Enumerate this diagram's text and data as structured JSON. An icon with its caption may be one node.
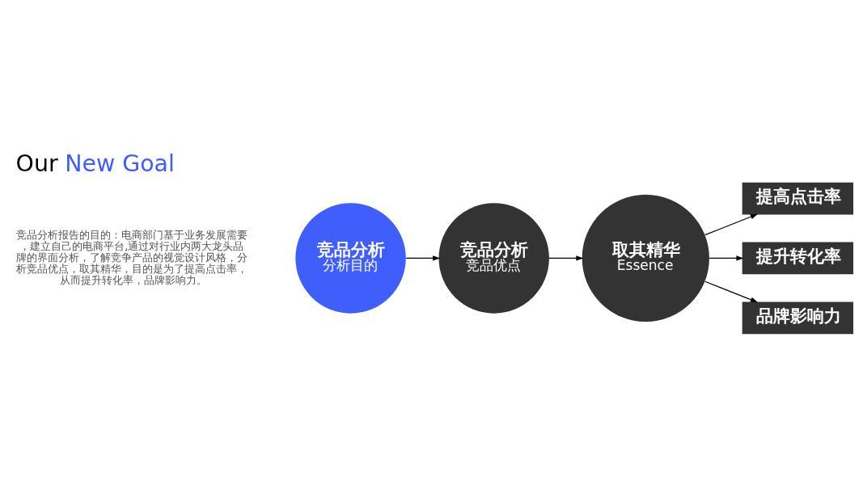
{
  "diagram": {
    "title": "Our New Goal",
    "nodes": [
      {
        "text": [
          "竞品分析",
          "分析目的"
        ]
      },
      {
        "text": [
          "竞品分析",
          "竞品优点"
        ]
      },
      {
        "text": [
          "取其精华",
          "Essence"
        ]
      },
      {
        "text": [
          "提高点击率"
        ]
      },
      {
        "text": [
          "提升转化率"
        ]
      },
      {
        "text": [
          "品牌影响力"
        ]
      }
    ],
    "edges": [
      {
        "from": 0,
        "to": 1,
        "arrow": "to"
      },
      {
        "from": 1,
        "to": 2,
        "arrow": "to"
      },
      {
        "from": 2,
        "to": 3,
        "arrow": "to"
      },
      {
        "from": 2,
        "to": 4,
        "arrow": "to"
      },
      {
        "from": 2,
        "to": 5,
        "arrow": "to"
      }
    ],
    "labels": [
      "竞品分析报告的目的：电商部门基于业务发展需要，建立自己的电商平台,通过对行业内两大龙头品牌的界面分析，了解竞争产品的视觉设计风格，分析竞品优点，取其精华，目的是为了提高点击率，从而提升转化率，品牌影响力。"
    ]
  }
}
